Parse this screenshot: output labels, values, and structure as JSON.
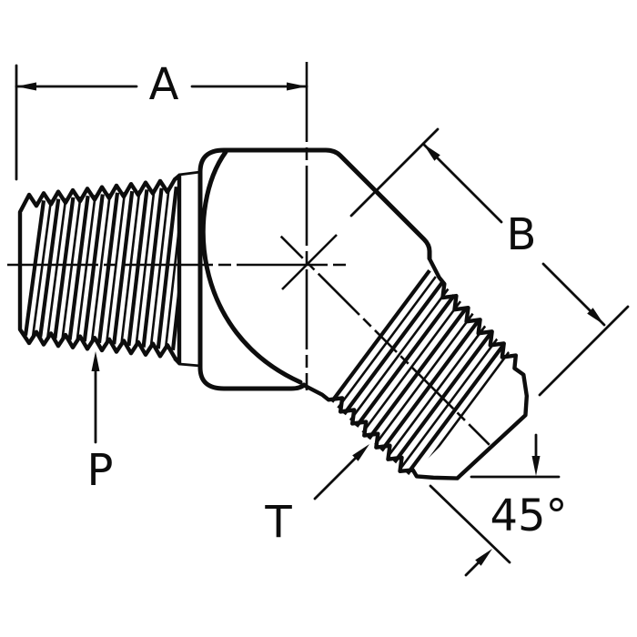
{
  "drawing": {
    "labels": {
      "dim_a": "A",
      "dim_b": "B",
      "port": "P",
      "thread": "T",
      "angle": "45°"
    },
    "colors": {
      "ink": "#0d0d0d",
      "paper": "#ffffff"
    }
  }
}
